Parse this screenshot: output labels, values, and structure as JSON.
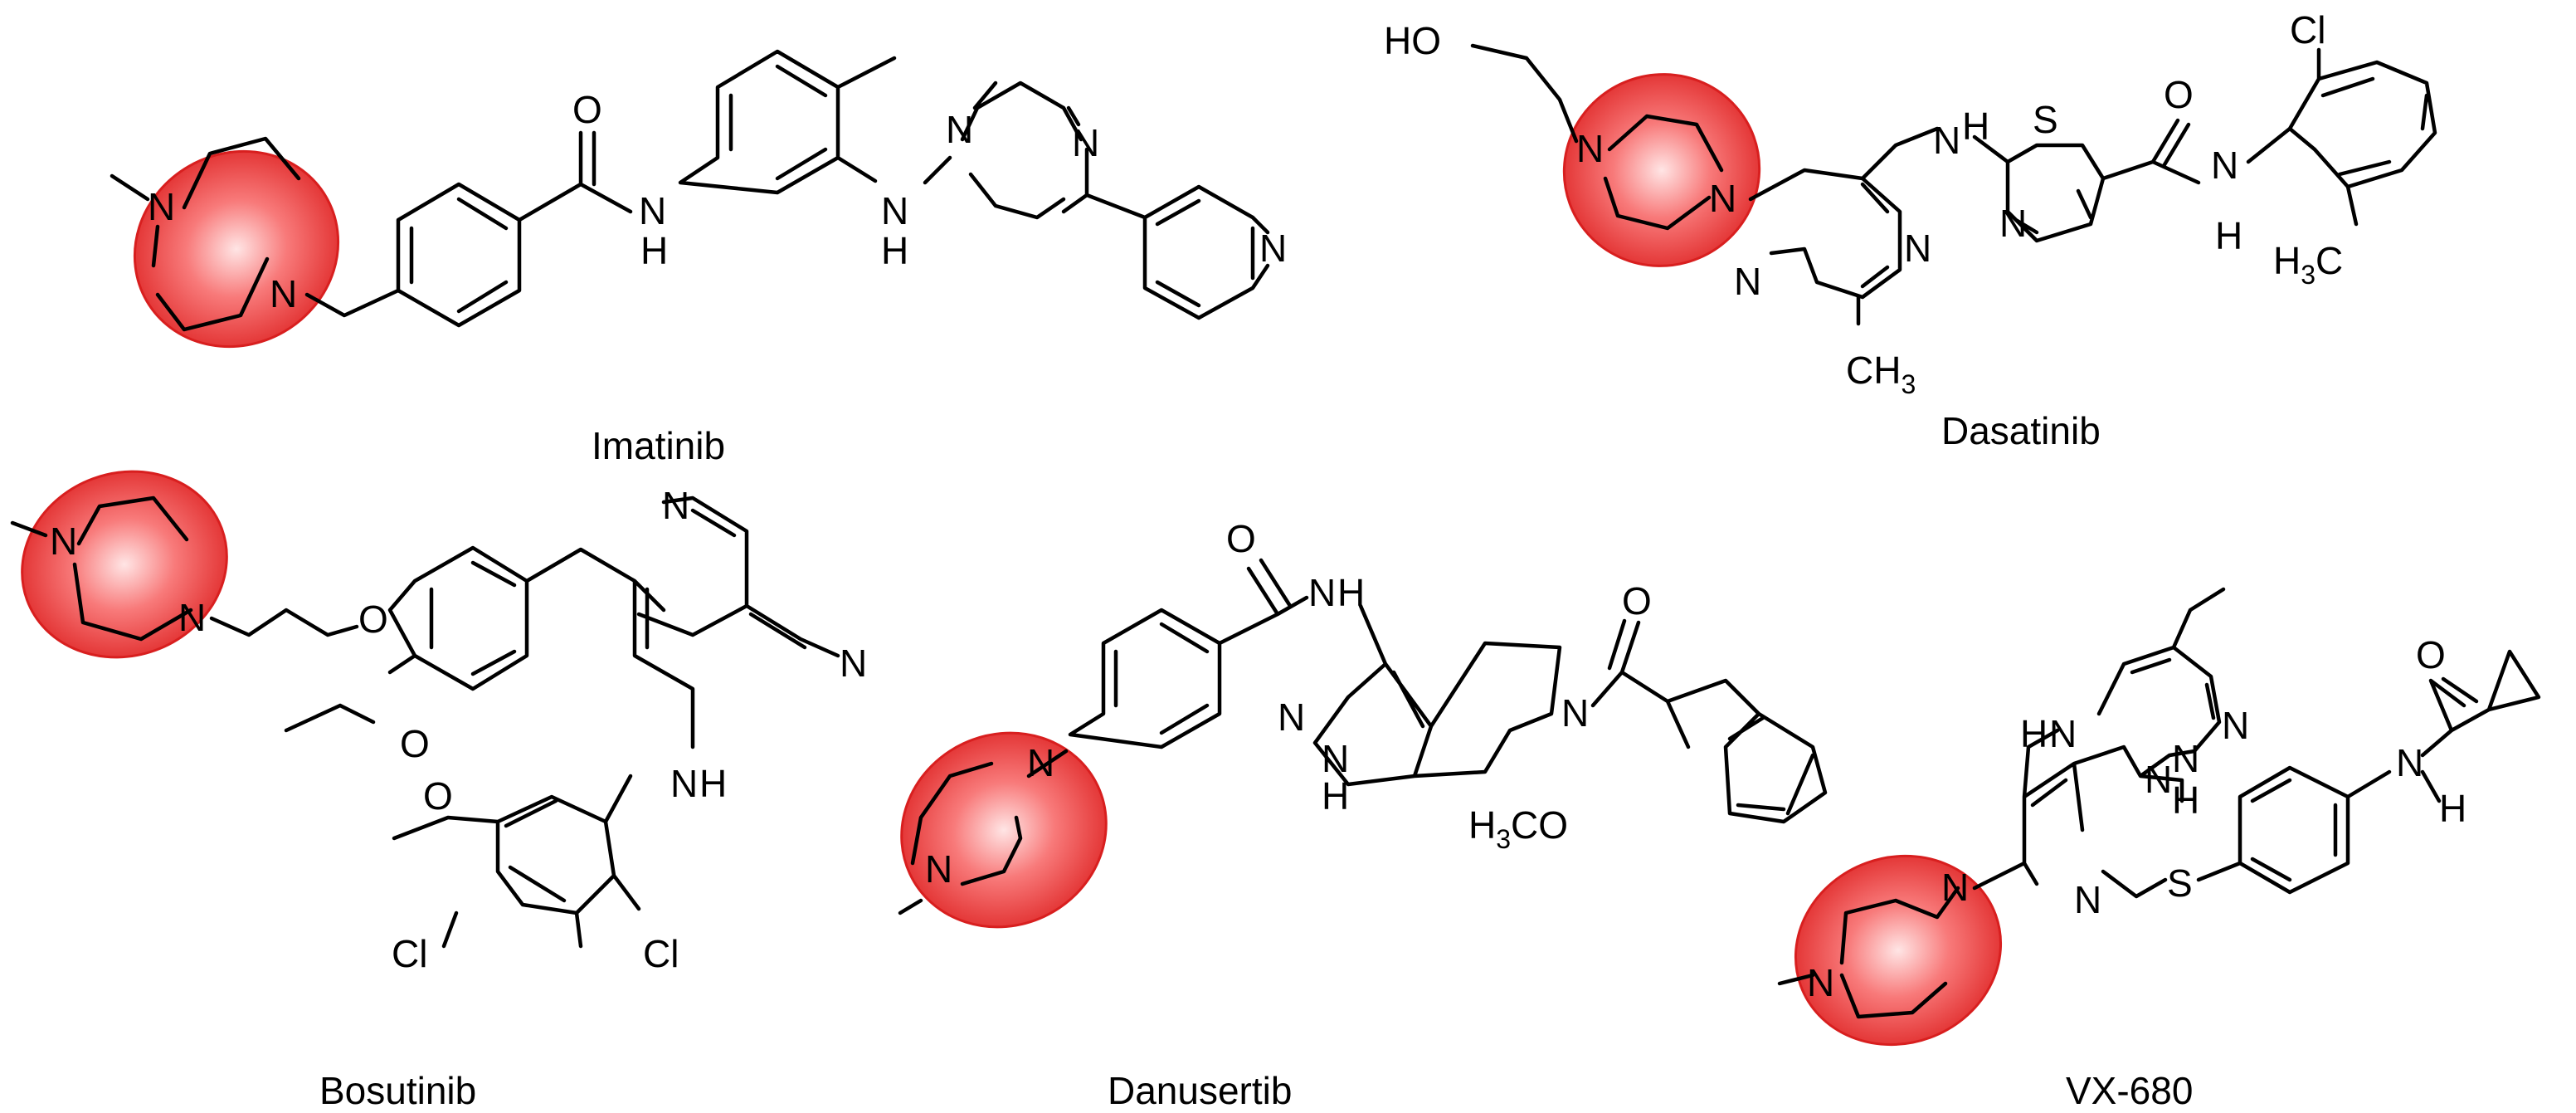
{
  "molecules": [
    {
      "caption": "Imatinib",
      "atoms": {
        "n1": "N",
        "n2": "N",
        "o": "O",
        "nh": "N",
        "h1": "H",
        "nh2": "N",
        "h2": "H",
        "pn1": "N",
        "pn2": "N",
        "py": "N"
      }
    },
    {
      "caption": "Dasatinib",
      "atoms": {
        "ho": "HO",
        "n1": "N",
        "n2": "N",
        "nh": "N",
        "h": "H",
        "s": "S",
        "tn": "N",
        "o": "O",
        "amn": "N",
        "amh": "H",
        "cl": "Cl",
        "pn1": "N",
        "pn2": "N",
        "ch3": "CH",
        "ch3_sub": "3",
        "h3c": "H",
        "h3c_sub": "3",
        "h3c_c": "C"
      }
    },
    {
      "caption": "Bosutinib",
      "atoms": {
        "n1": "N",
        "n2": "N",
        "o1": "O",
        "qn": "N",
        "o2": "O",
        "cn": "N",
        "nh": "N",
        "h": "H",
        "o3": "O",
        "cl1": "Cl",
        "cl2": "Cl"
      }
    },
    {
      "caption": "Danusertib",
      "atoms": {
        "o1": "O",
        "nh": "N",
        "h": "H",
        "n1": "N",
        "n2": "N",
        "pzn1": "N",
        "pzn2": "N",
        "pzh": "H",
        "pyrn": "N",
        "o2": "O",
        "h3co_h": "H",
        "h3co_sub": "3",
        "h3co_co": "CO"
      }
    },
    {
      "caption": "VX-680",
      "atoms": {
        "n1": "N",
        "n2": "N",
        "nh1": "N",
        "h1": "H",
        "pzn1": "N",
        "pzn2": "N",
        "pzh": "H",
        "pmn1": "N",
        "pmn2": "N",
        "s": "S",
        "o": "O",
        "amn": "N",
        "amh": "H"
      }
    }
  ],
  "colors": {
    "highlight": "#e83a3a",
    "bond": "#000000",
    "background": "#ffffff"
  }
}
